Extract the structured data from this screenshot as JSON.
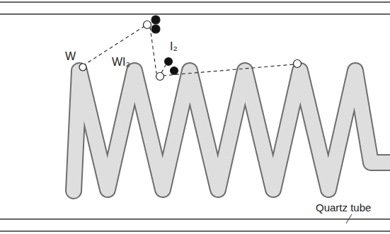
{
  "diagram": {
    "labels": [
      "W",
      "WI₂",
      "I₂",
      "Quartz tube"
    ]
  }
}
